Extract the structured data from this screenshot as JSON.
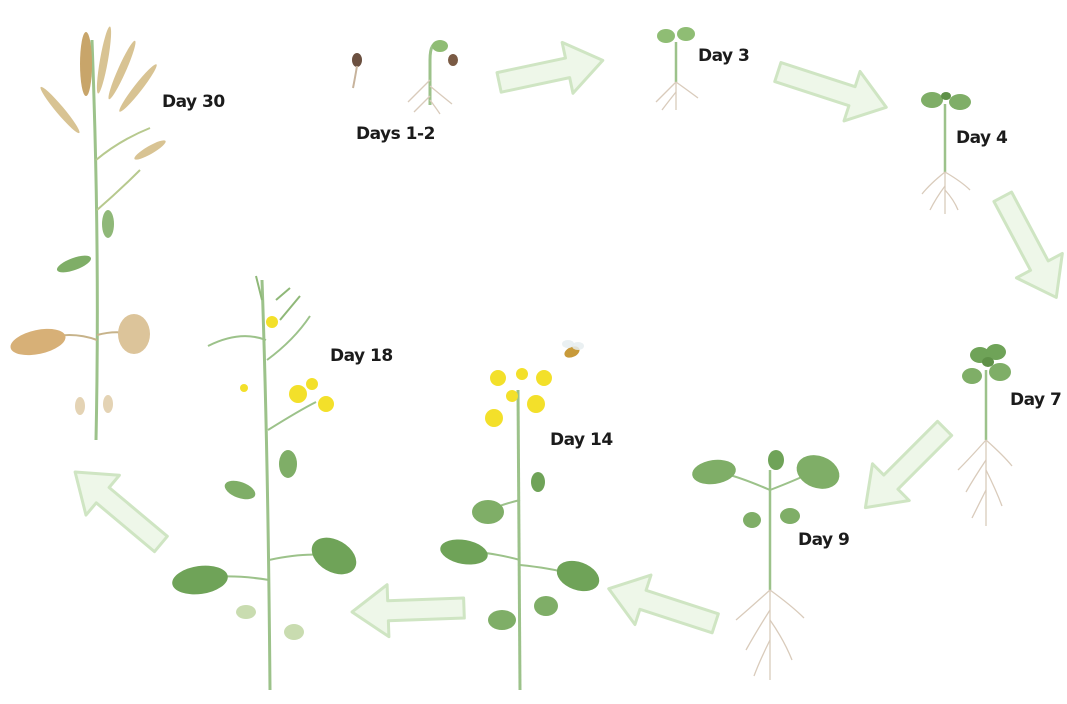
{
  "stages": [
    {
      "id": "days-1-2",
      "label": "Days 1-2"
    },
    {
      "id": "day-3",
      "label": "Day 3"
    },
    {
      "id": "day-4",
      "label": "Day 4"
    },
    {
      "id": "day-7",
      "label": "Day 7"
    },
    {
      "id": "day-9",
      "label": "Day 9"
    },
    {
      "id": "day-14",
      "label": "Day 14"
    },
    {
      "id": "day-18",
      "label": "Day 18"
    },
    {
      "id": "day-30",
      "label": "Day 30"
    }
  ],
  "colors": {
    "arrow_fill": "#eef7e9",
    "arrow_stroke": "#cfe5c3",
    "stem": "#9cc28a",
    "leaf": "#7fae67",
    "leaf_dark": "#5f9148",
    "flower": "#f3e02a",
    "root": "#d9cbbb",
    "dry_plant": "#d8c393",
    "seed": "#6b5040"
  }
}
